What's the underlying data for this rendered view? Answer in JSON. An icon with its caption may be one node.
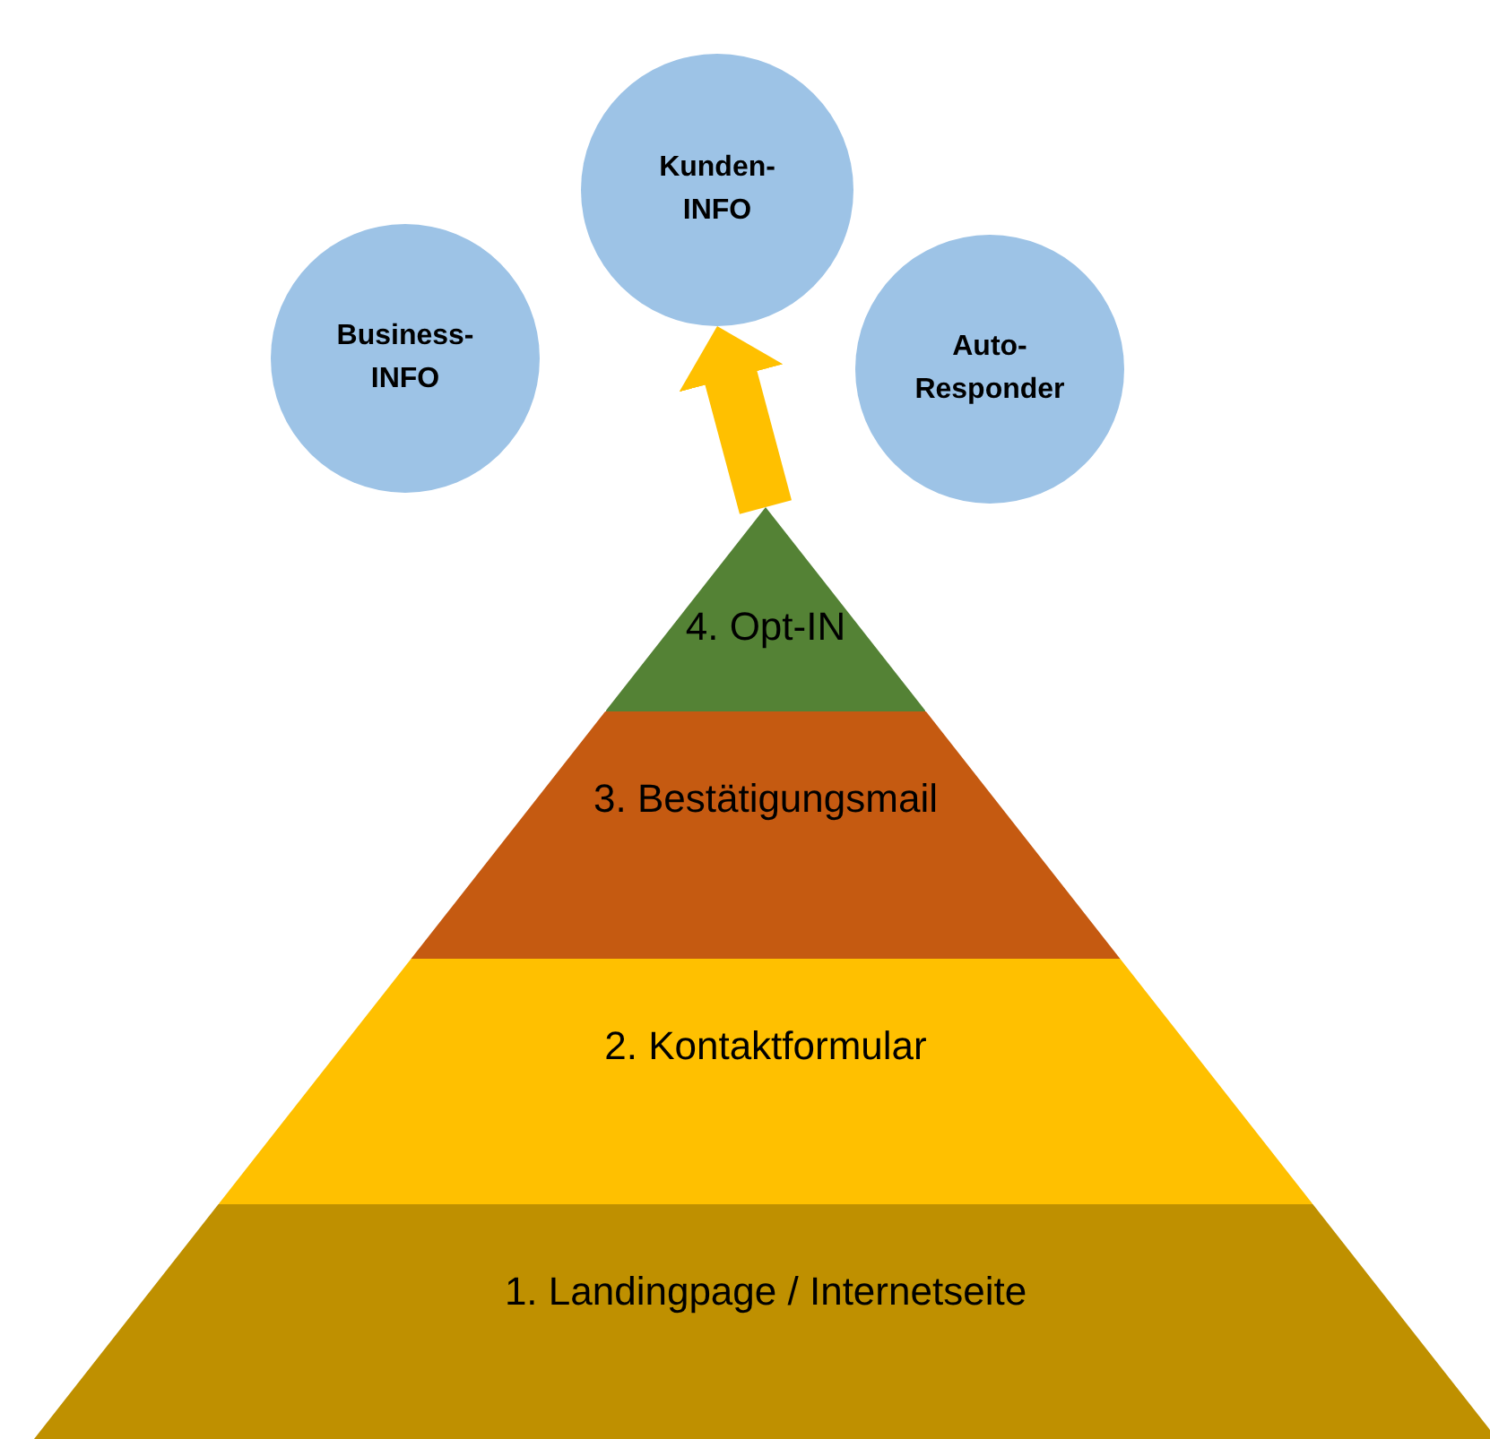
{
  "diagram": {
    "nodes": [
      {
        "text": [
          "Kunden- INFO"
        ]
      },
      {
        "text": [
          "Business- INFO"
        ]
      },
      {
        "text": [
          "Auto- Responder"
        ]
      },
      {
        "text": [
          "4. Opt-IN"
        ]
      },
      {
        "text": [
          "3. Bestätigungsmail"
        ]
      },
      {
        "text": [
          "2. Kontaktformular"
        ]
      },
      {
        "text": [
          "1. Landingpage / Internetseite"
        ]
      }
    ],
    "edges": [
      {
        "from": 3,
        "to": 0,
        "arrow": "to"
      }
    ]
  }
}
